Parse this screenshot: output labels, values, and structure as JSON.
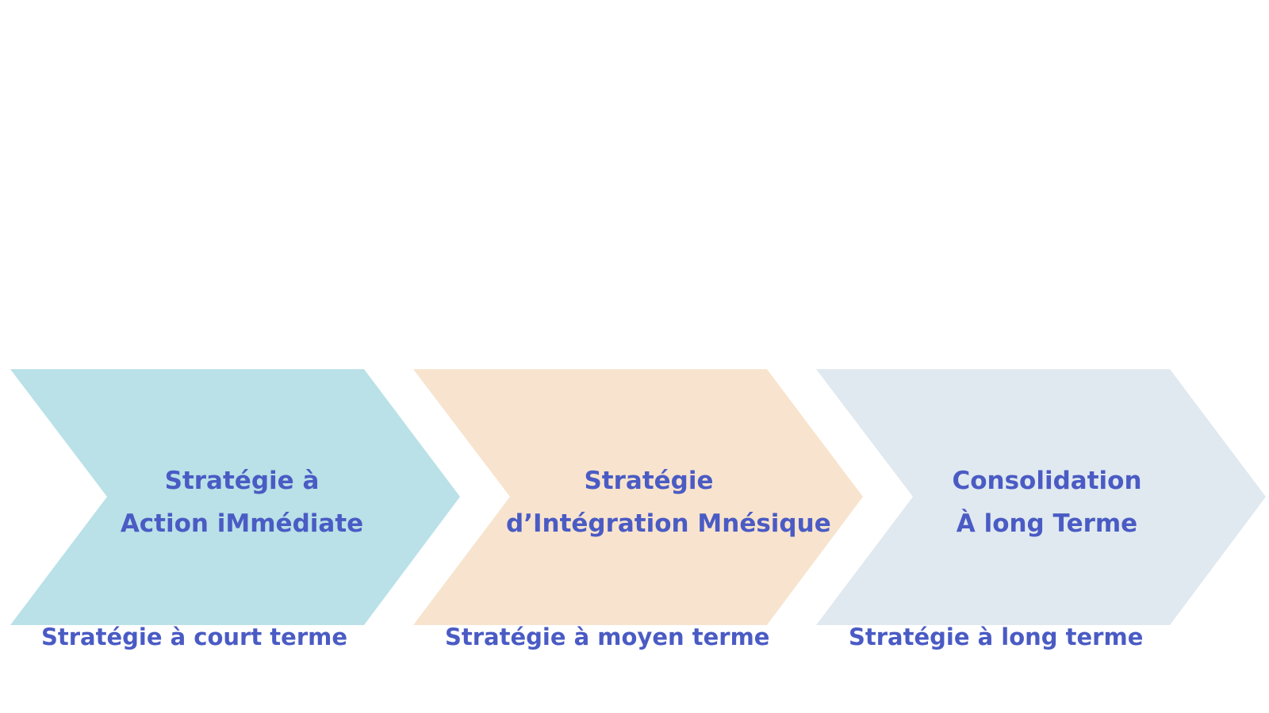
{
  "colors": {
    "step1_fill": "#b9e1e7",
    "step2_fill": "#f8e4ce",
    "step3_fill": "#e0e9ef",
    "text": "#4a5bc4"
  },
  "steps": [
    {
      "line1": "Stratégie à",
      "line2": "Action iMmédiate",
      "caption": "Stratégie à court terme"
    },
    {
      "line1": "Stratégie",
      "line2": "d’Intégration Mnésique",
      "caption": "Stratégie à moyen terme"
    },
    {
      "line1": "Consolidation",
      "line2": "À long Terme",
      "caption": "Stratégie à long terme"
    }
  ]
}
